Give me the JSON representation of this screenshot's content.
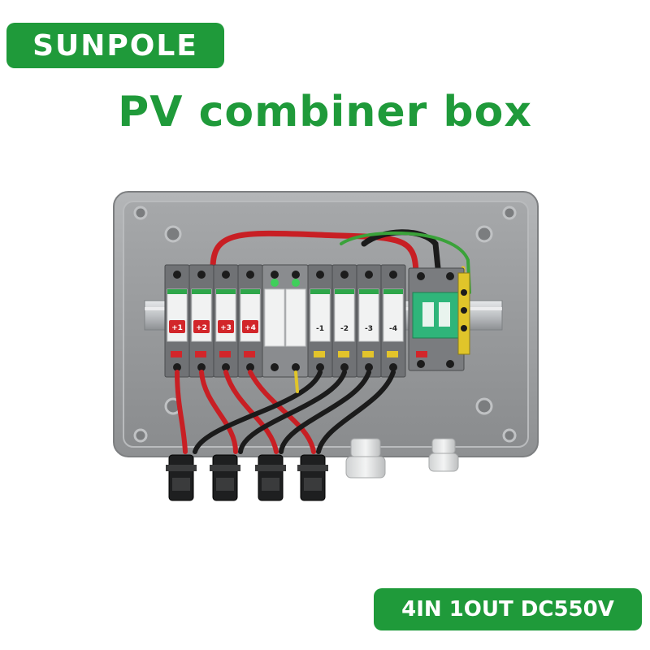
{
  "brand": "SUNPOLE",
  "title": "PV combiner box",
  "spec": "4IN 1OUT DC550V",
  "module_labels": [
    "+1",
    "+2",
    "+3",
    "+4",
    "-1",
    "-2",
    "-3",
    "-4"
  ],
  "colors": {
    "brand_green": "#1f9a3a",
    "enclosure_gray": "#9a9c9e",
    "positive_cable": "#d2262a",
    "negative_cable": "#1a1a1a",
    "earth_cable": "#3aa23a"
  }
}
